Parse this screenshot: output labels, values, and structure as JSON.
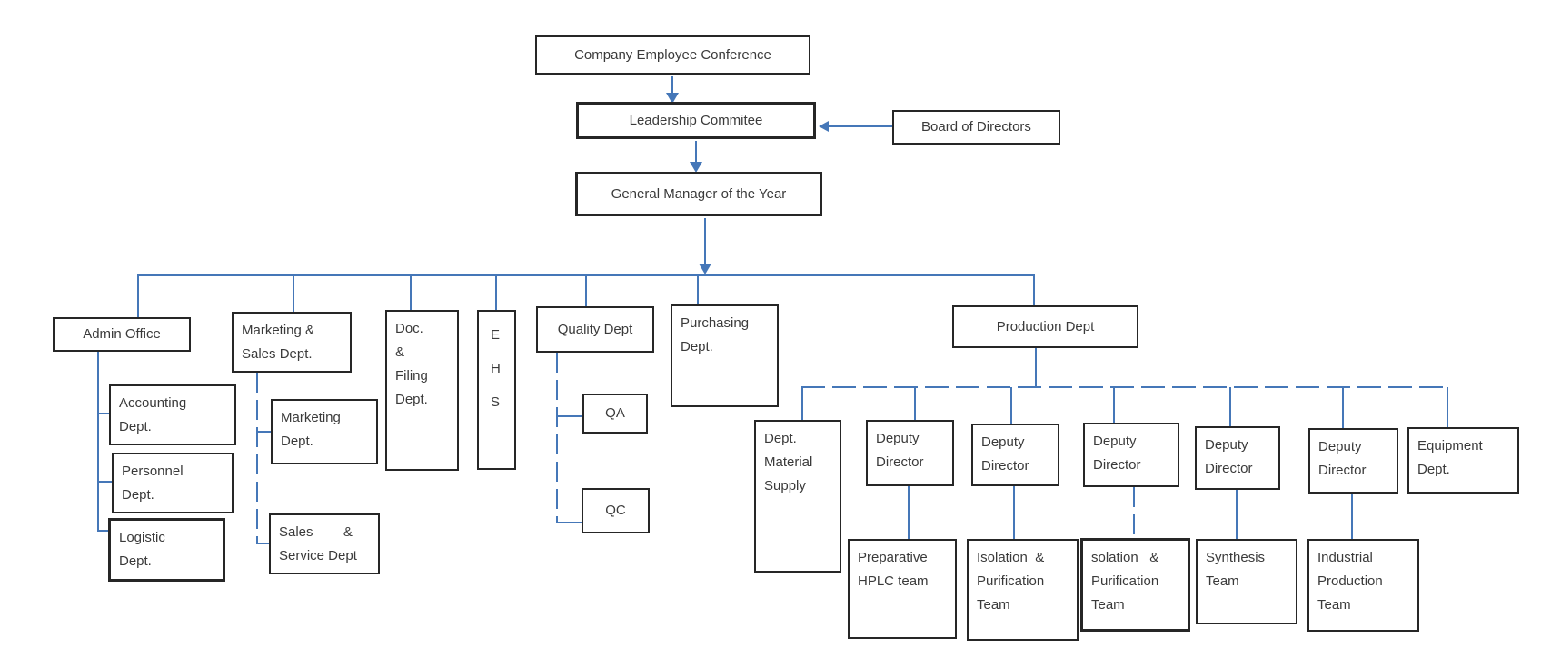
{
  "colors": {
    "connector": "#4577b8",
    "box_border": "#262626",
    "text": "#3a3a3a",
    "background": "#ffffff"
  },
  "nodes": {
    "conference": {
      "label": "Company Employee Conference"
    },
    "leadership": {
      "label": "Leadership Commitee"
    },
    "board": {
      "label": "Board of Directors"
    },
    "gm": {
      "label": "General Manager of the Year"
    },
    "admin": {
      "label": "Admin Office"
    },
    "accounting": {
      "label": "Accounting\nDept."
    },
    "personnel": {
      "label": "Personnel\nDept."
    },
    "logistic": {
      "label": "Logistic\nDept."
    },
    "marketing_sales": {
      "label": "Marketing &\nSales Dept."
    },
    "marketing": {
      "label": "Marketing\nDept."
    },
    "sales_service": {
      "label": "Sales        &\nService Dept"
    },
    "doc_filing": {
      "label": "Doc.\n&\nFiling\nDept."
    },
    "ehs": {
      "label": "E\nH\nS"
    },
    "quality": {
      "label": "Quality Dept"
    },
    "qa": {
      "label": "QA"
    },
    "qc": {
      "label": "QC"
    },
    "purchasing": {
      "label": "Purchasing\nDept."
    },
    "production": {
      "label": "Production Dept"
    },
    "material_supply": {
      "label": "Dept.\nMaterial\nSupply"
    },
    "deputy1": {
      "label": "Deputy\nDirector"
    },
    "deputy2": {
      "label": "Deputy\nDirector"
    },
    "deputy3": {
      "label": "Deputy\nDirector"
    },
    "deputy4": {
      "label": "Deputy\nDirector"
    },
    "deputy5": {
      "label": "Deputy\nDirector"
    },
    "equipment": {
      "label": "Equipment\nDept."
    },
    "team_hplc": {
      "label": "Preparative\nHPLC team"
    },
    "team_isolation": {
      "label": "Isolation  &\nPurification\nTeam"
    },
    "team_solation": {
      "label": "solation   &\nPurification\nTeam"
    },
    "team_synthesis": {
      "label": "Synthesis\nTeam"
    },
    "team_industrial": {
      "label": "Industrial\nProduction\nTeam"
    }
  },
  "edges": [
    {
      "from": "Company Employee Conference",
      "to": "Leadership Commitee",
      "style": "arrow-down"
    },
    {
      "from": "Board of Directors",
      "to": "Leadership Commitee",
      "style": "arrow-left"
    },
    {
      "from": "Leadership Commitee",
      "to": "General Manager of the Year",
      "style": "arrow-down"
    },
    {
      "from": "General Manager of the Year",
      "to": [
        "Admin Office",
        "Marketing & Sales Dept.",
        "Doc. & Filing Dept.",
        "E H S",
        "Quality Dept",
        "Purchasing Dept.",
        "Production Dept"
      ],
      "style": "arrow-down-to-branch"
    },
    {
      "from": "Admin Office",
      "to": [
        "Accounting Dept.",
        "Personnel Dept.",
        "Logistic Dept."
      ]
    },
    {
      "from": "Marketing & Sales Dept.",
      "to": [
        "Marketing Dept.",
        "Sales & Service Dept"
      ]
    },
    {
      "from": "Quality Dept",
      "to": [
        "QA",
        "QC"
      ]
    },
    {
      "from": "Production Dept",
      "to": [
        "Dept. Material Supply",
        "Deputy Director",
        "Deputy Director",
        "Deputy Director",
        "Deputy Director",
        "Deputy Director",
        "Equipment Dept."
      ]
    },
    {
      "from": "Deputy Director (1)",
      "to": "Preparative HPLC team"
    },
    {
      "from": "Deputy Director (2)",
      "to": "Isolation & Purification Team"
    },
    {
      "from": "Deputy Director (3)",
      "to": "solation & Purification Team"
    },
    {
      "from": "Deputy Director (4)",
      "to": "Synthesis Team"
    },
    {
      "from": "Deputy Director (5)",
      "to": "Industrial Production Team"
    }
  ]
}
